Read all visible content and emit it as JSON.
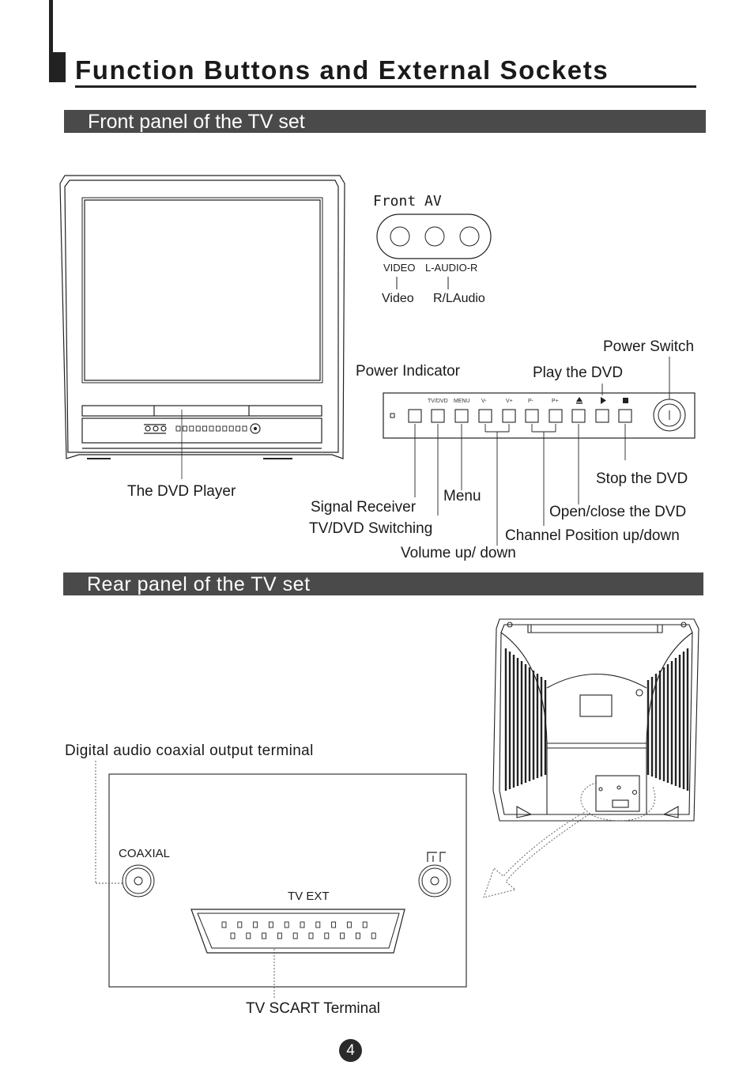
{
  "page": {
    "title": "Function Buttons and External Sockets",
    "page_number": "4"
  },
  "front": {
    "heading": "Front panel of the TV set",
    "front_av": {
      "title": "Front AV",
      "jack_video": "VIDEO",
      "jack_audio": "L-AUDIO-R",
      "label_video": "Video",
      "label_audio": "R/LAudio"
    },
    "panel_buttons": [
      "TV/DVD",
      "MENU",
      "V-",
      "V+",
      "P-",
      "P+"
    ],
    "callouts": {
      "power_switch": "Power Switch",
      "power_indicator": "Power Indicator",
      "play_dvd": "Play the DVD",
      "dvd_player": "The DVD Player",
      "stop_dvd": "Stop the DVD",
      "menu": "Menu",
      "signal_receiver": "Signal Receiver",
      "open_close": "Open/close the DVD",
      "tv_dvd_switching": "TV/DVD Switching",
      "channel_position": "Channel Position up/down",
      "volume": "Volume up/ down"
    }
  },
  "rear": {
    "heading": "Rear panel of the TV set",
    "callouts": {
      "digital_audio": "Digital audio coaxial output terminal",
      "scart": "TV SCART Terminal"
    },
    "jacks": {
      "coaxial": "COAXIAL",
      "tv_ext": "TV EXT"
    }
  }
}
